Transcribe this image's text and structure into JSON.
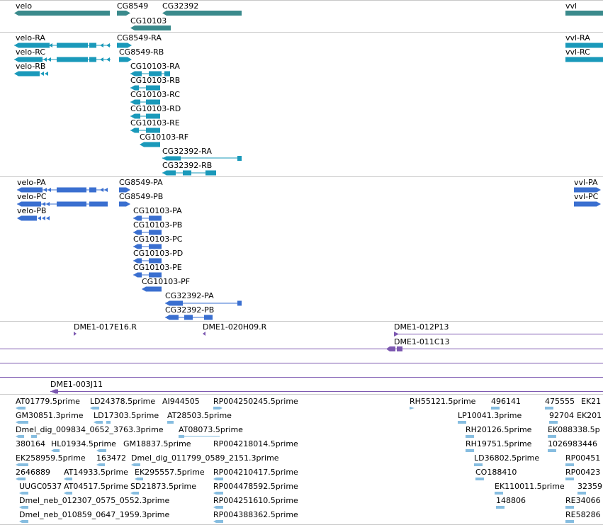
{
  "colors": {
    "gene": "#3a8a8c",
    "transcript": "#1a99ba",
    "protein": "#3a6fd0",
    "clone": "#7c58b0",
    "est": "#86bde0",
    "divider": "#c8c8c8"
  },
  "genes": [
    "velo",
    "CG8549",
    "CG32392",
    "CG10103",
    "vvl"
  ],
  "transcripts": [
    "velo-RA",
    "CG8549-RA",
    "vvl-RA",
    "velo-RC",
    "CG8549-RB",
    "vvl-RC",
    "velo-RB",
    "CG10103-RA",
    "CG10103-RB",
    "CG10103-RC",
    "CG10103-RD",
    "CG10103-RE",
    "CG10103-RF",
    "CG32392-RA",
    "CG32392-RB"
  ],
  "proteins": [
    "velo-PA",
    "CG8549-PA",
    "vvl-PA",
    "velo-PC",
    "CG8549-PB",
    "vvl-PC",
    "velo-PB",
    "CG10103-PA",
    "CG10103-PB",
    "CG10103-PC",
    "CG10103-PD",
    "CG10103-PE",
    "CG10103-PF",
    "CG32392-PA",
    "CG32392-PB"
  ],
  "clones": [
    "DME1-017E16.R",
    "DME1-020H09.R",
    "DME1-012P13",
    "DME1-011C13",
    "DME1-003J11"
  ],
  "ests": [
    "AT01779.5prime",
    "LD24378.5prime",
    "AI944505",
    "RP004250245.5prime",
    "RH55121.5prime",
    "496141",
    "475555",
    "EK21",
    "GM30851.3prime",
    "LD17303.5prime",
    "AT28503.5prime",
    "LP10041.3prime",
    "92704",
    "EK201",
    "Dmel_dig_009834_0652_3763.3prime",
    "AT08073.5prime",
    "RH20126.5prime",
    "EK088338.5p",
    "380164",
    "HL01934.5prime",
    "GM18837.5prime",
    "RP004218014.5prime",
    "RH19751.5prime",
    "1026983446",
    "EK258959.5prime",
    "163472",
    "Dmel_dig_011799_0589_2151.3prime",
    "LD36802.5prime",
    "RP00451",
    "2646889",
    "AT14933.5prime",
    "EK295557.5prime",
    "RP004210417.5prime",
    "CO188410",
    "RP00423",
    "UUGC0537",
    "AT04517.5prime",
    "SD21873.5prime",
    "RP004478592.5prime",
    "EK110011.5prime",
    "32359",
    "Dmel_neb_012307_0575_0552.3prime",
    "RP004251610.5prime",
    "148806",
    "RE34066",
    "Dmel_neb_010859_0647_1959.3prime",
    "RP004388362.5prime",
    "RE58286"
  ]
}
